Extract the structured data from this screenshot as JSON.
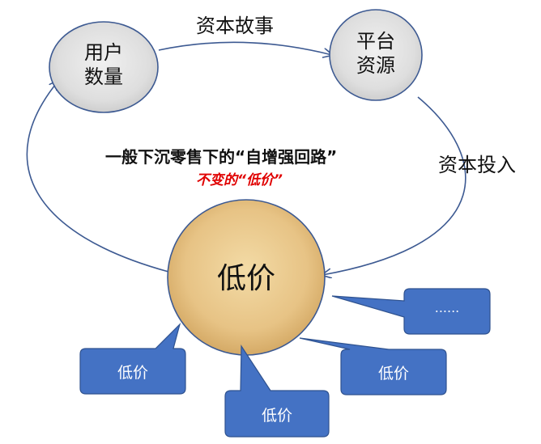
{
  "nodes": {
    "users": {
      "line1": "用户",
      "line2": "数量"
    },
    "platform": {
      "line1": "平台",
      "line2": "资源"
    },
    "low_price": {
      "label": "低价"
    }
  },
  "edges": {
    "capital_story": "资本故事",
    "capital_investment": "资本投入"
  },
  "center_text": {
    "main": "一般下沉零售下的“自增强回路”",
    "sub": "不变的“低价”"
  },
  "callouts": {
    "dots": "......",
    "bottom_left": "低价",
    "bottom_center": "低价",
    "bottom_right": "低价"
  },
  "colors": {
    "arrow": "#3d5a92",
    "callout_fill": "#4472c4",
    "callout_stroke": "#2f528f",
    "sub_text": "#e00000",
    "bubble_fill": "#e6e6e6",
    "parchment": "#e9c98e"
  }
}
